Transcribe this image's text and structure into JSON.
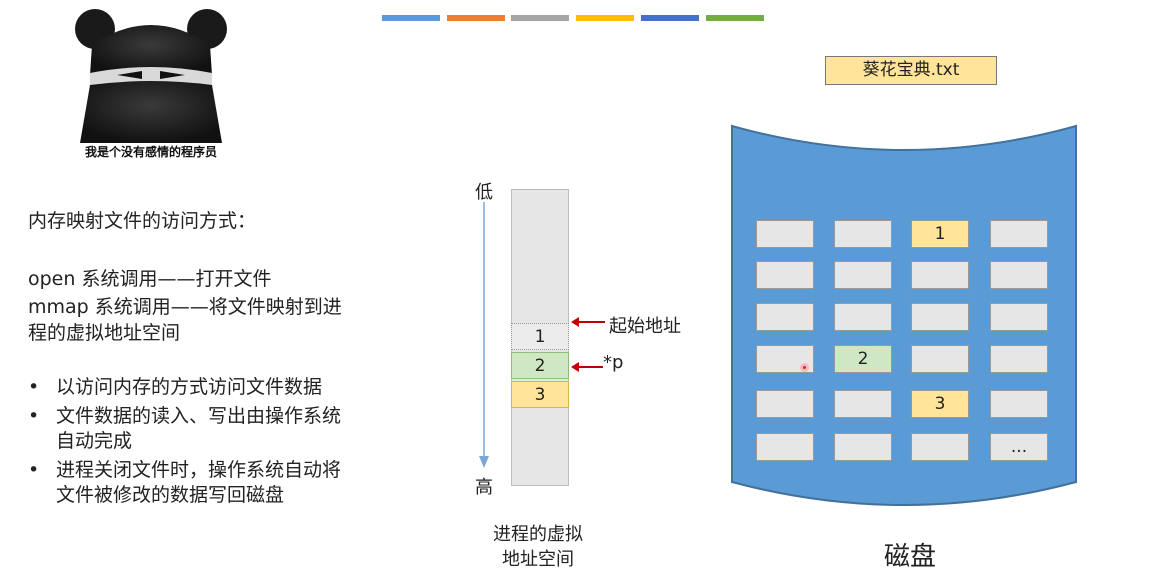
{
  "top_bars": [
    "#5b9bd5",
    "#ed7d31",
    "#a5a5a5",
    "#ffc000",
    "#4472c4",
    "#70ad47"
  ],
  "meme": {
    "caption": "我是个没有感情的程序员"
  },
  "left": {
    "heading": "内存映射文件的访问方式：",
    "calls": [
      "open 系统调用——打开文件",
      "mmap 系统调用——将文件映射到进",
      "程的虚拟地址空间"
    ],
    "bullets": [
      {
        "marker": "•",
        "lines": [
          "以访问内存的方式访问文件数据"
        ]
      },
      {
        "marker": "•",
        "lines": [
          "文件数据的读入、写出由操作系统",
          "自动完成"
        ]
      },
      {
        "marker": "•",
        "lines": [
          "进程关闭文件时，操作系统自动将",
          "文件被修改的数据写回磁盘"
        ]
      }
    ]
  },
  "address_space": {
    "low_label": "低",
    "high_label": "高",
    "cells": [
      "1",
      "2",
      "3"
    ],
    "start_label": "起始地址",
    "pointer_label": "*p",
    "caption_lines": [
      "进程的虚拟",
      "地址空间"
    ]
  },
  "disk": {
    "file_name": "葵花宝典.txt",
    "caption": "磁盘",
    "rows": [
      [
        "",
        "",
        "1",
        ""
      ],
      [
        "",
        "",
        "",
        ""
      ],
      [
        "",
        "",
        "",
        ""
      ],
      [
        "",
        "2",
        "",
        ""
      ],
      [
        "",
        "",
        "3",
        ""
      ],
      [
        "",
        "",
        "",
        "..."
      ]
    ],
    "highlight": {
      "1": "yellow",
      "2": "green",
      "3": "yellow"
    }
  }
}
